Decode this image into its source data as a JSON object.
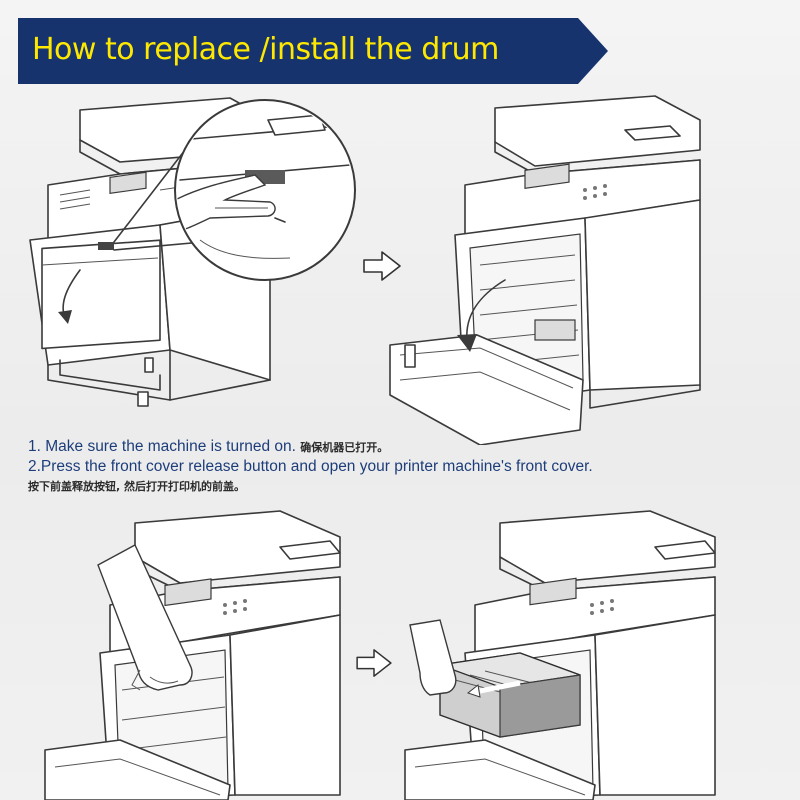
{
  "banner": {
    "title": "How to replace /install the drum",
    "color": "#16336e",
    "text_color": "#ffe800"
  },
  "steps": {
    "step1_text": "1. Make sure the machine is turned on.",
    "step1_cn": "确保机器已打开。",
    "step2_text": "2.Press the front cover release button and open your printer machine's front cover.",
    "step2_cn": "按下前盖释放按钮, 然后打开打印机的前盖。"
  },
  "icons": {
    "next_arrow": "outline-right-arrow-icon"
  }
}
